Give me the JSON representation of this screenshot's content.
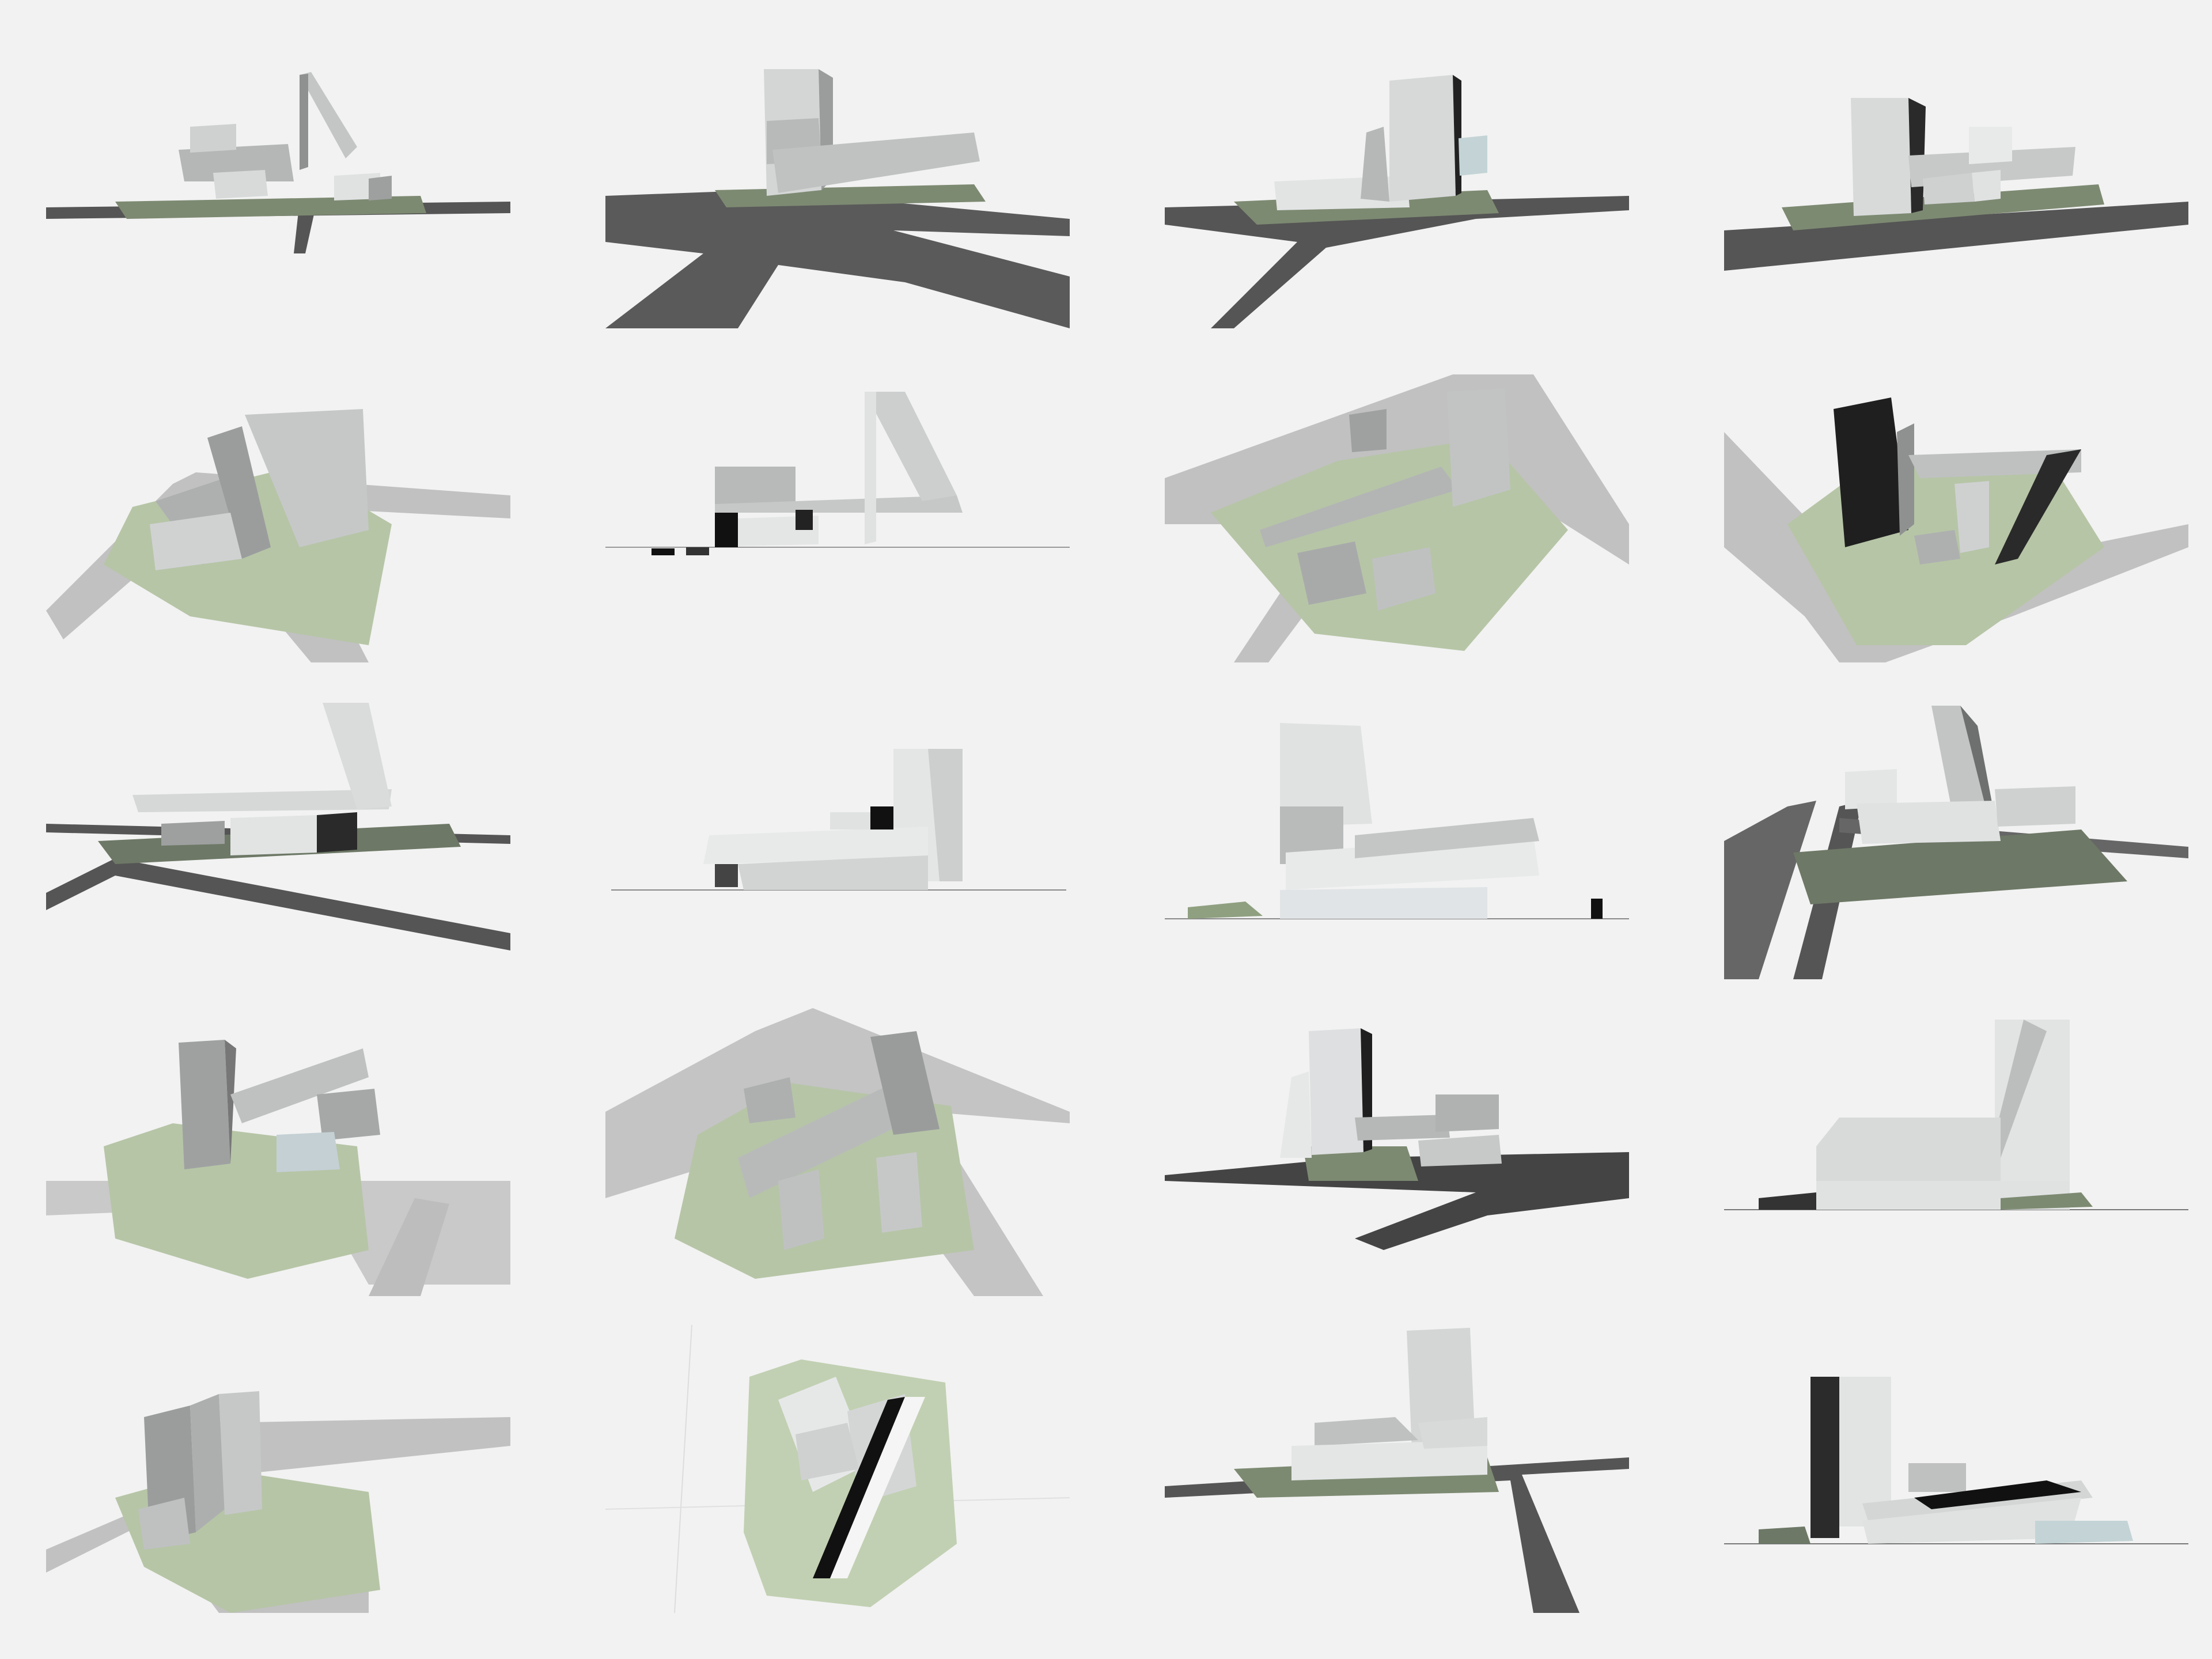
{
  "palette": {
    "background": "#f2f2f2",
    "road_dark": "#5a5a5a",
    "road_light": "#b9b9b9",
    "lawn": "#b8c8a8",
    "facade_light": "#e6e6e6",
    "facade_mid": "#c9cbcb",
    "facade_dark": "#8c8f8f",
    "shadow": "#1a1a1a",
    "glass": "#c8d8da"
  },
  "views": [
    {
      "id": 1,
      "angle": "low-perspective",
      "ground": "dark-roads"
    },
    {
      "id": 2,
      "angle": "low-perspective",
      "ground": "dark-roads"
    },
    {
      "id": 3,
      "angle": "low-perspective",
      "ground": "dark-roads"
    },
    {
      "id": 4,
      "angle": "low-perspective",
      "ground": "dark-roads"
    },
    {
      "id": 5,
      "angle": "aerial",
      "ground": "light-roads"
    },
    {
      "id": 6,
      "angle": "elevation",
      "ground": "none"
    },
    {
      "id": 7,
      "angle": "aerial",
      "ground": "light-roads"
    },
    {
      "id": 8,
      "angle": "aerial",
      "ground": "light-roads"
    },
    {
      "id": 9,
      "angle": "low-perspective",
      "ground": "dark-roads"
    },
    {
      "id": 10,
      "angle": "elevation",
      "ground": "none"
    },
    {
      "id": 11,
      "angle": "elevation",
      "ground": "none"
    },
    {
      "id": 12,
      "angle": "low-perspective",
      "ground": "dark-roads"
    },
    {
      "id": 13,
      "angle": "aerial",
      "ground": "light-roads"
    },
    {
      "id": 14,
      "angle": "aerial",
      "ground": "light-roads"
    },
    {
      "id": 15,
      "angle": "low-perspective",
      "ground": "dark-roads"
    },
    {
      "id": 16,
      "angle": "elevation",
      "ground": "none"
    },
    {
      "id": 17,
      "angle": "aerial",
      "ground": "light-roads"
    },
    {
      "id": 18,
      "angle": "plan",
      "ground": "light-roads"
    },
    {
      "id": 19,
      "angle": "low-perspective",
      "ground": "dark-roads"
    },
    {
      "id": 20,
      "angle": "elevation",
      "ground": "none"
    }
  ]
}
